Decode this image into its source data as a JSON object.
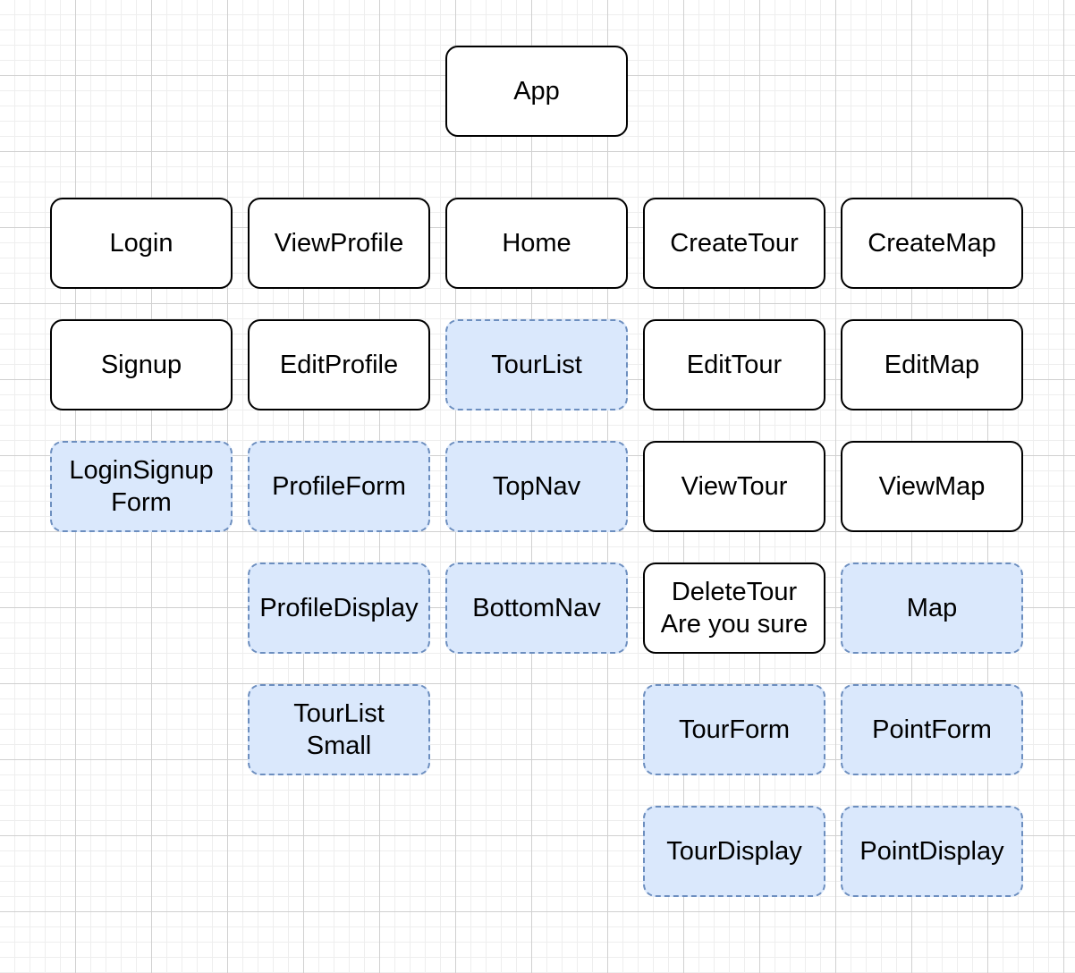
{
  "diagram": {
    "type": "component-boxes",
    "colors": {
      "solid_fill": "#ffffff",
      "solid_border": "#000000",
      "dashed_fill": "#dae8fc",
      "dashed_border": "#6c8ebf"
    },
    "nodes": [
      {
        "id": "app",
        "label": "App",
        "style": "solid"
      },
      {
        "id": "login",
        "label": "Login",
        "style": "solid"
      },
      {
        "id": "view-profile",
        "label": "ViewProfile",
        "style": "solid"
      },
      {
        "id": "home",
        "label": "Home",
        "style": "solid"
      },
      {
        "id": "create-tour",
        "label": "CreateTour",
        "style": "solid"
      },
      {
        "id": "create-map",
        "label": "CreateMap",
        "style": "solid"
      },
      {
        "id": "signup",
        "label": "Signup",
        "style": "solid"
      },
      {
        "id": "edit-profile",
        "label": "EditProfile",
        "style": "solid"
      },
      {
        "id": "tour-list",
        "label": "TourList",
        "style": "dashed"
      },
      {
        "id": "edit-tour",
        "label": "EditTour",
        "style": "solid"
      },
      {
        "id": "edit-map",
        "label": "EditMap",
        "style": "solid"
      },
      {
        "id": "login-signup-form",
        "label": "LoginSignup\nForm",
        "style": "dashed"
      },
      {
        "id": "profile-form",
        "label": "ProfileForm",
        "style": "dashed"
      },
      {
        "id": "top-nav",
        "label": "TopNav",
        "style": "dashed"
      },
      {
        "id": "view-tour",
        "label": "ViewTour",
        "style": "solid"
      },
      {
        "id": "view-map",
        "label": "ViewMap",
        "style": "solid"
      },
      {
        "id": "profile-display",
        "label": "ProfileDisplay",
        "style": "dashed"
      },
      {
        "id": "bottom-nav",
        "label": "BottomNav",
        "style": "dashed"
      },
      {
        "id": "delete-tour",
        "label": "DeleteTour\nAre you sure",
        "style": "solid"
      },
      {
        "id": "map",
        "label": "Map",
        "style": "dashed"
      },
      {
        "id": "tour-list-small",
        "label": "TourList\nSmall",
        "style": "dashed"
      },
      {
        "id": "tour-form",
        "label": "TourForm",
        "style": "dashed"
      },
      {
        "id": "point-form",
        "label": "PointForm",
        "style": "dashed"
      },
      {
        "id": "tour-display",
        "label": "TourDisplay",
        "style": "dashed"
      },
      {
        "id": "point-display",
        "label": "PointDisplay",
        "style": "dashed"
      }
    ]
  }
}
